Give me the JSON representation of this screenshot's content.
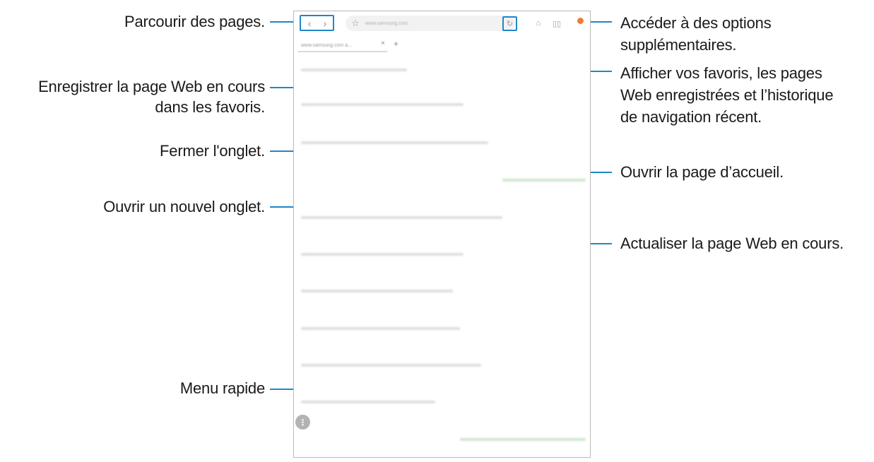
{
  "browser": {
    "back_icon": "chevron-left-icon",
    "forward_icon": "chevron-right-icon",
    "bookmark_icon": "star-outline-icon",
    "address_text": "www.samsung.com",
    "reload_icon": "refresh-icon",
    "home_icon": "home-icon",
    "bookmarks_icon": "book-icon",
    "menu_icon": "more-options-icon",
    "menu_badge_color": "#f07a3a",
    "tab_title": "www.samsung.com  a...",
    "tab_close": "×",
    "tab_add": "+",
    "quick_menu_icon": "quick-menu-icon",
    "highlight_color": "#1f87c9"
  },
  "callouts": {
    "browse_pages": "Parcourir des pages.",
    "bookmark_line1": "Enregistrer la page Web en cours",
    "bookmark_line2": "dans les favoris.",
    "close_tab": "Fermer l'onglet.",
    "new_tab": "Ouvrir un nouvel onglet.",
    "quick_menu": "Menu rapide",
    "more_options_line1": "Accéder à des options",
    "more_options_line2": "supplémentaires.",
    "favorites_line1": "Afficher vos favoris, les pages",
    "favorites_line2": "Web enregistrées et l’historique",
    "favorites_line3": "de navigation récent.",
    "home_page": "Ouvrir la page d’accueil.",
    "refresh_page": "Actualiser la page Web en cours."
  }
}
